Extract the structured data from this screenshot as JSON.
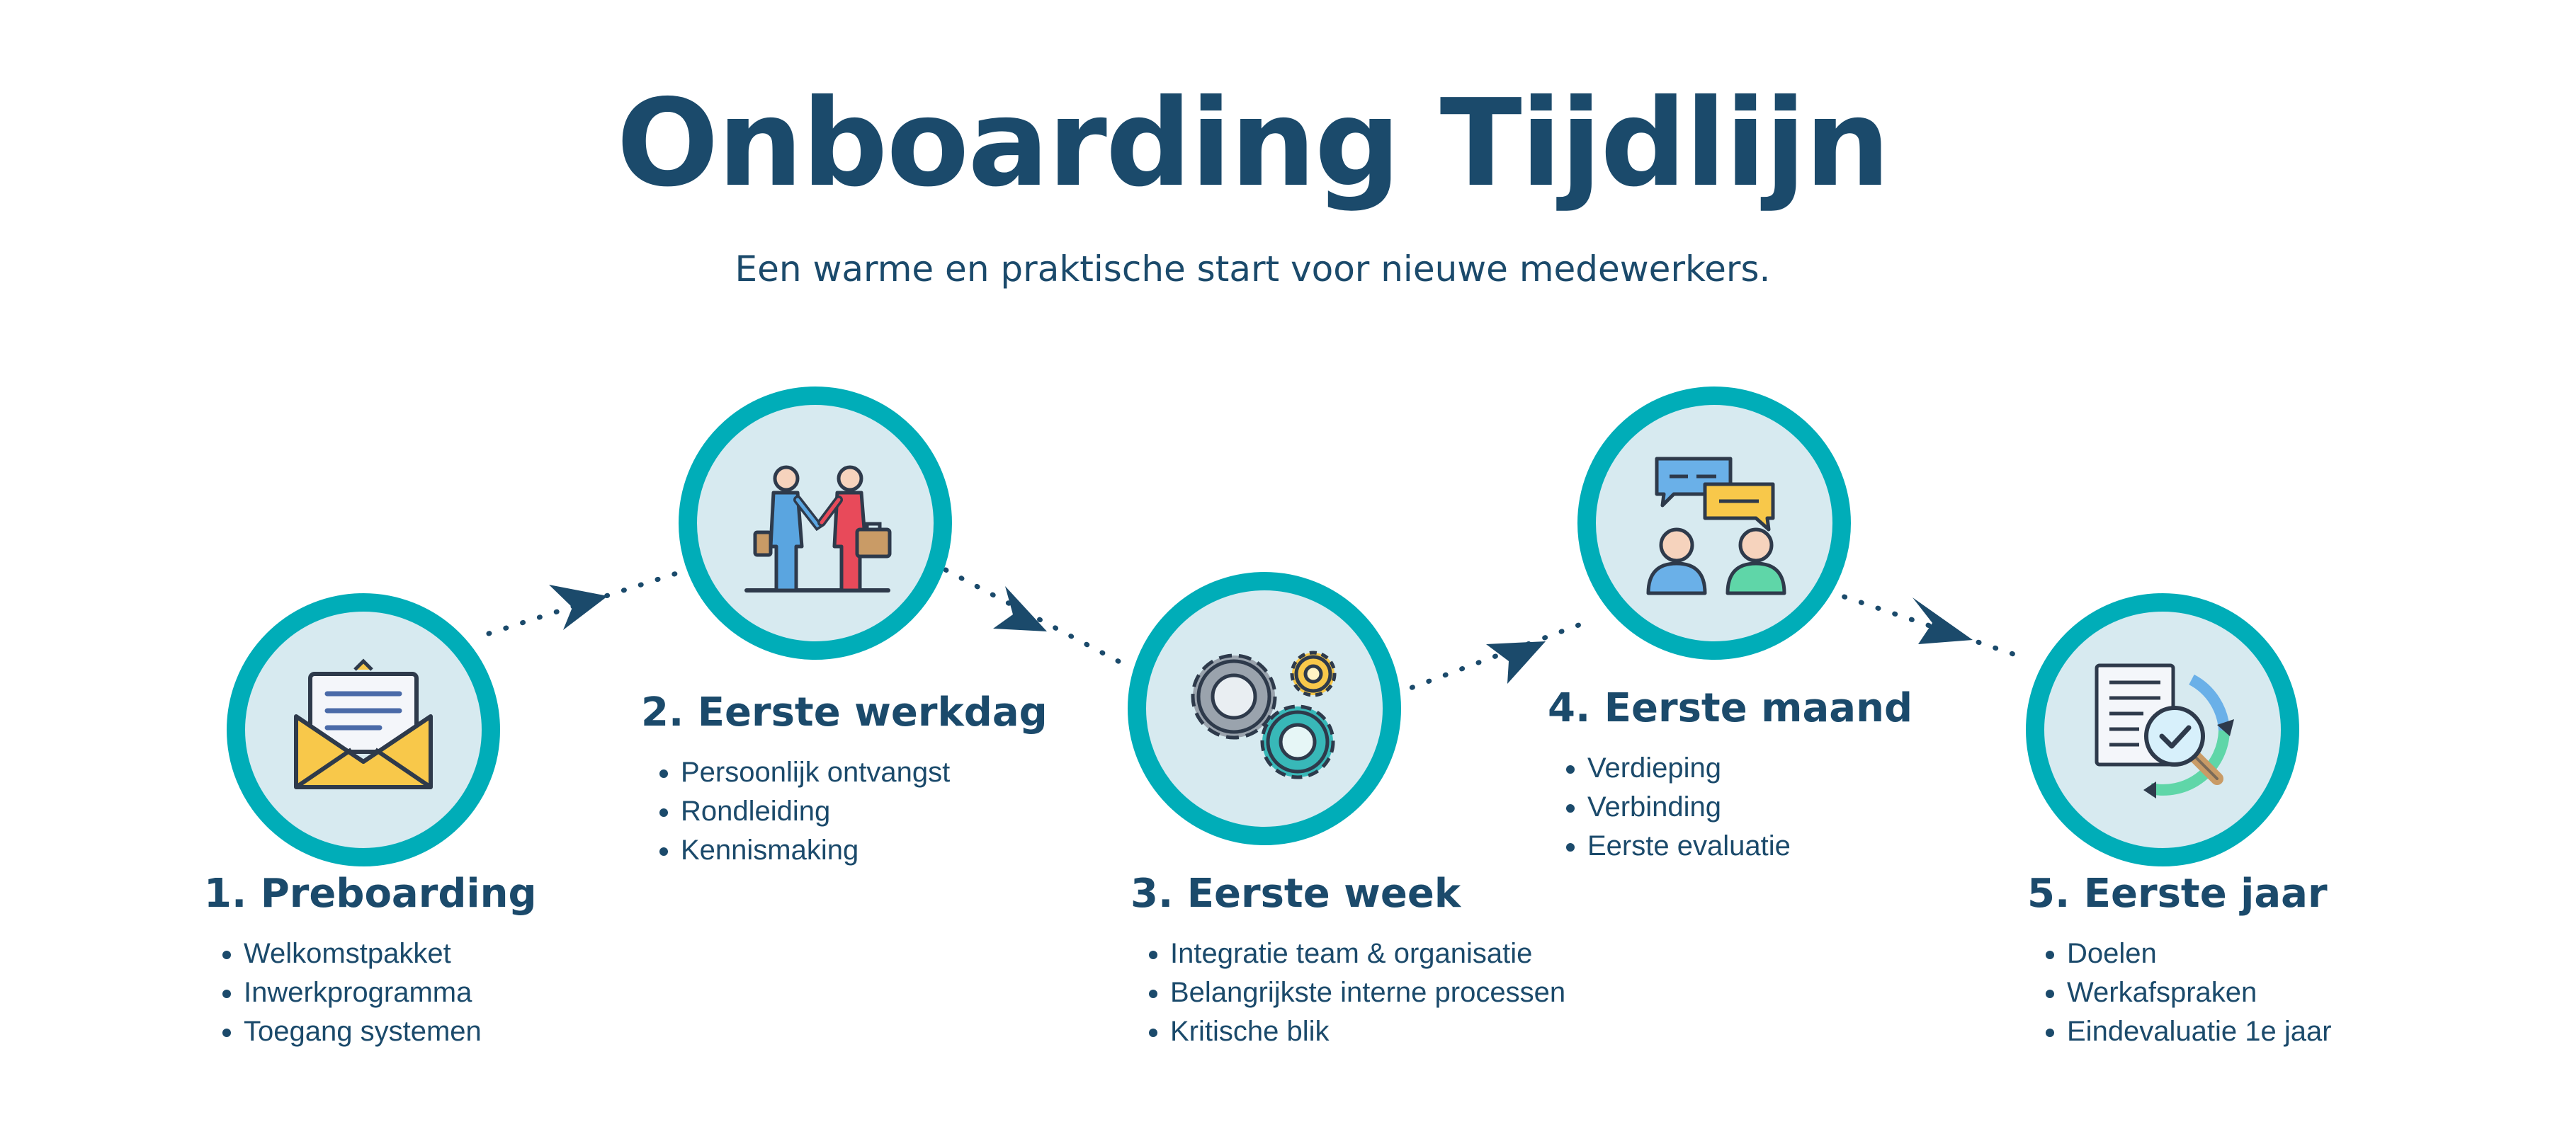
{
  "header": {
    "title": "Onboarding Tijdlijn",
    "subtitle": "Een warme en praktische start voor nieuwe medewerkers."
  },
  "colors": {
    "navy": "#1b4a6b",
    "teal_ring": "#00adb8",
    "circle_fill": "#d7eaf0"
  },
  "steps": [
    {
      "title": "1. Preboarding",
      "icon": "envelope-icon",
      "items": [
        "Welkomstpakket",
        "Inwerkprogramma",
        "Toegang systemen"
      ]
    },
    {
      "title": "2. Eerste werkdag",
      "icon": "handshake-icon",
      "items": [
        "Persoonlijk ontvangst",
        "Rondleiding",
        "Kennismaking"
      ]
    },
    {
      "title": "3. Eerste week",
      "icon": "gears-icon",
      "items": [
        "Integratie team & organisatie",
        "Belangrijkste interne processen",
        "Kritische blik"
      ]
    },
    {
      "title": "4. Eerste maand",
      "icon": "chat-people-icon",
      "items": [
        "Verdieping",
        "Verbinding",
        "Eerste evaluatie"
      ]
    },
    {
      "title": "5. Eerste jaar",
      "icon": "document-review-icon",
      "items": [
        "Doelen",
        "Werkafspraken",
        "Eindevaluatie 1e jaar"
      ]
    }
  ]
}
